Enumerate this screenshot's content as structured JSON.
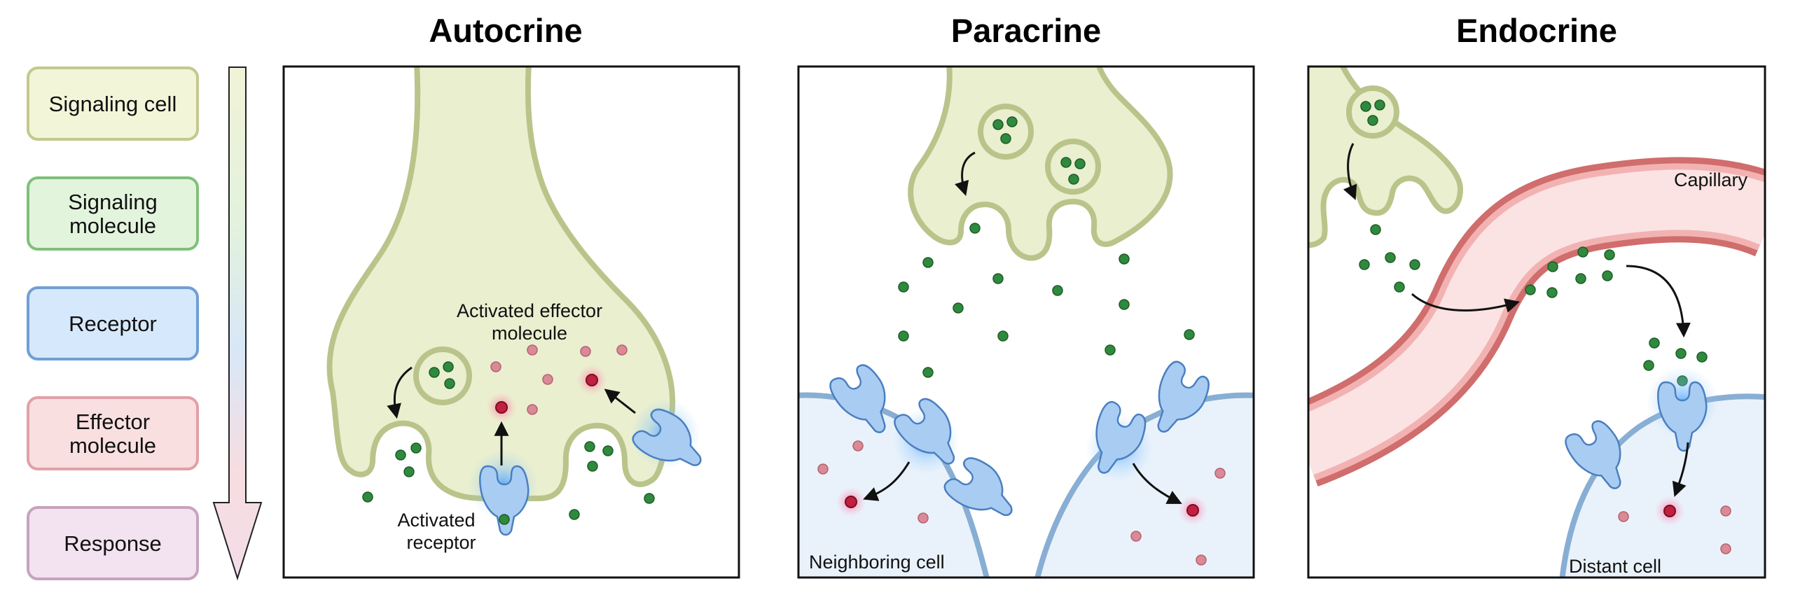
{
  "panels": [
    {
      "title": "Autocrine"
    },
    {
      "title": "Paracrine"
    },
    {
      "title": "Endocrine"
    }
  ],
  "legend": [
    {
      "lines": [
        "Signaling cell"
      ],
      "fill": "#f3f5d9",
      "stroke": "#c3c88e"
    },
    {
      "lines": [
        "Signaling",
        "molecule"
      ],
      "fill": "#e3f4dd",
      "stroke": "#7fc07a"
    },
    {
      "lines": [
        "Receptor"
      ],
      "fill": "#d6e8fb",
      "stroke": "#6f9fd6"
    },
    {
      "lines": [
        "Effector",
        "molecule"
      ],
      "fill": "#f9dfe0",
      "stroke": "#e2a0a6"
    },
    {
      "lines": [
        "Response"
      ],
      "fill": "#f3e2ef",
      "stroke": "#c7a3bd"
    }
  ],
  "labels": {
    "activated_effector": [
      "Activated effector",
      "molecule"
    ],
    "activated_receptor": [
      "Activated",
      "receptor"
    ],
    "neighboring_cell": "Neighboring cell",
    "capillary": "Capillary",
    "distant_cell": "Distant cell"
  },
  "colors": {
    "signaling_cell_fill": "#eaefcf",
    "signaling_cell_stroke": "#b9c48a",
    "signaling_molecule": "#2f8a3e",
    "receptor_fill": "#a9ccf2",
    "receptor_stroke": "#4a7fc0",
    "effector": "#d88a97",
    "activated_effector": "#c2203f",
    "target_cell_fill": "#e9f2fb",
    "target_cell_stroke": "#88aed3",
    "capillary_outer": "#d06d6d",
    "capillary_inner": "#fbe3e3"
  }
}
